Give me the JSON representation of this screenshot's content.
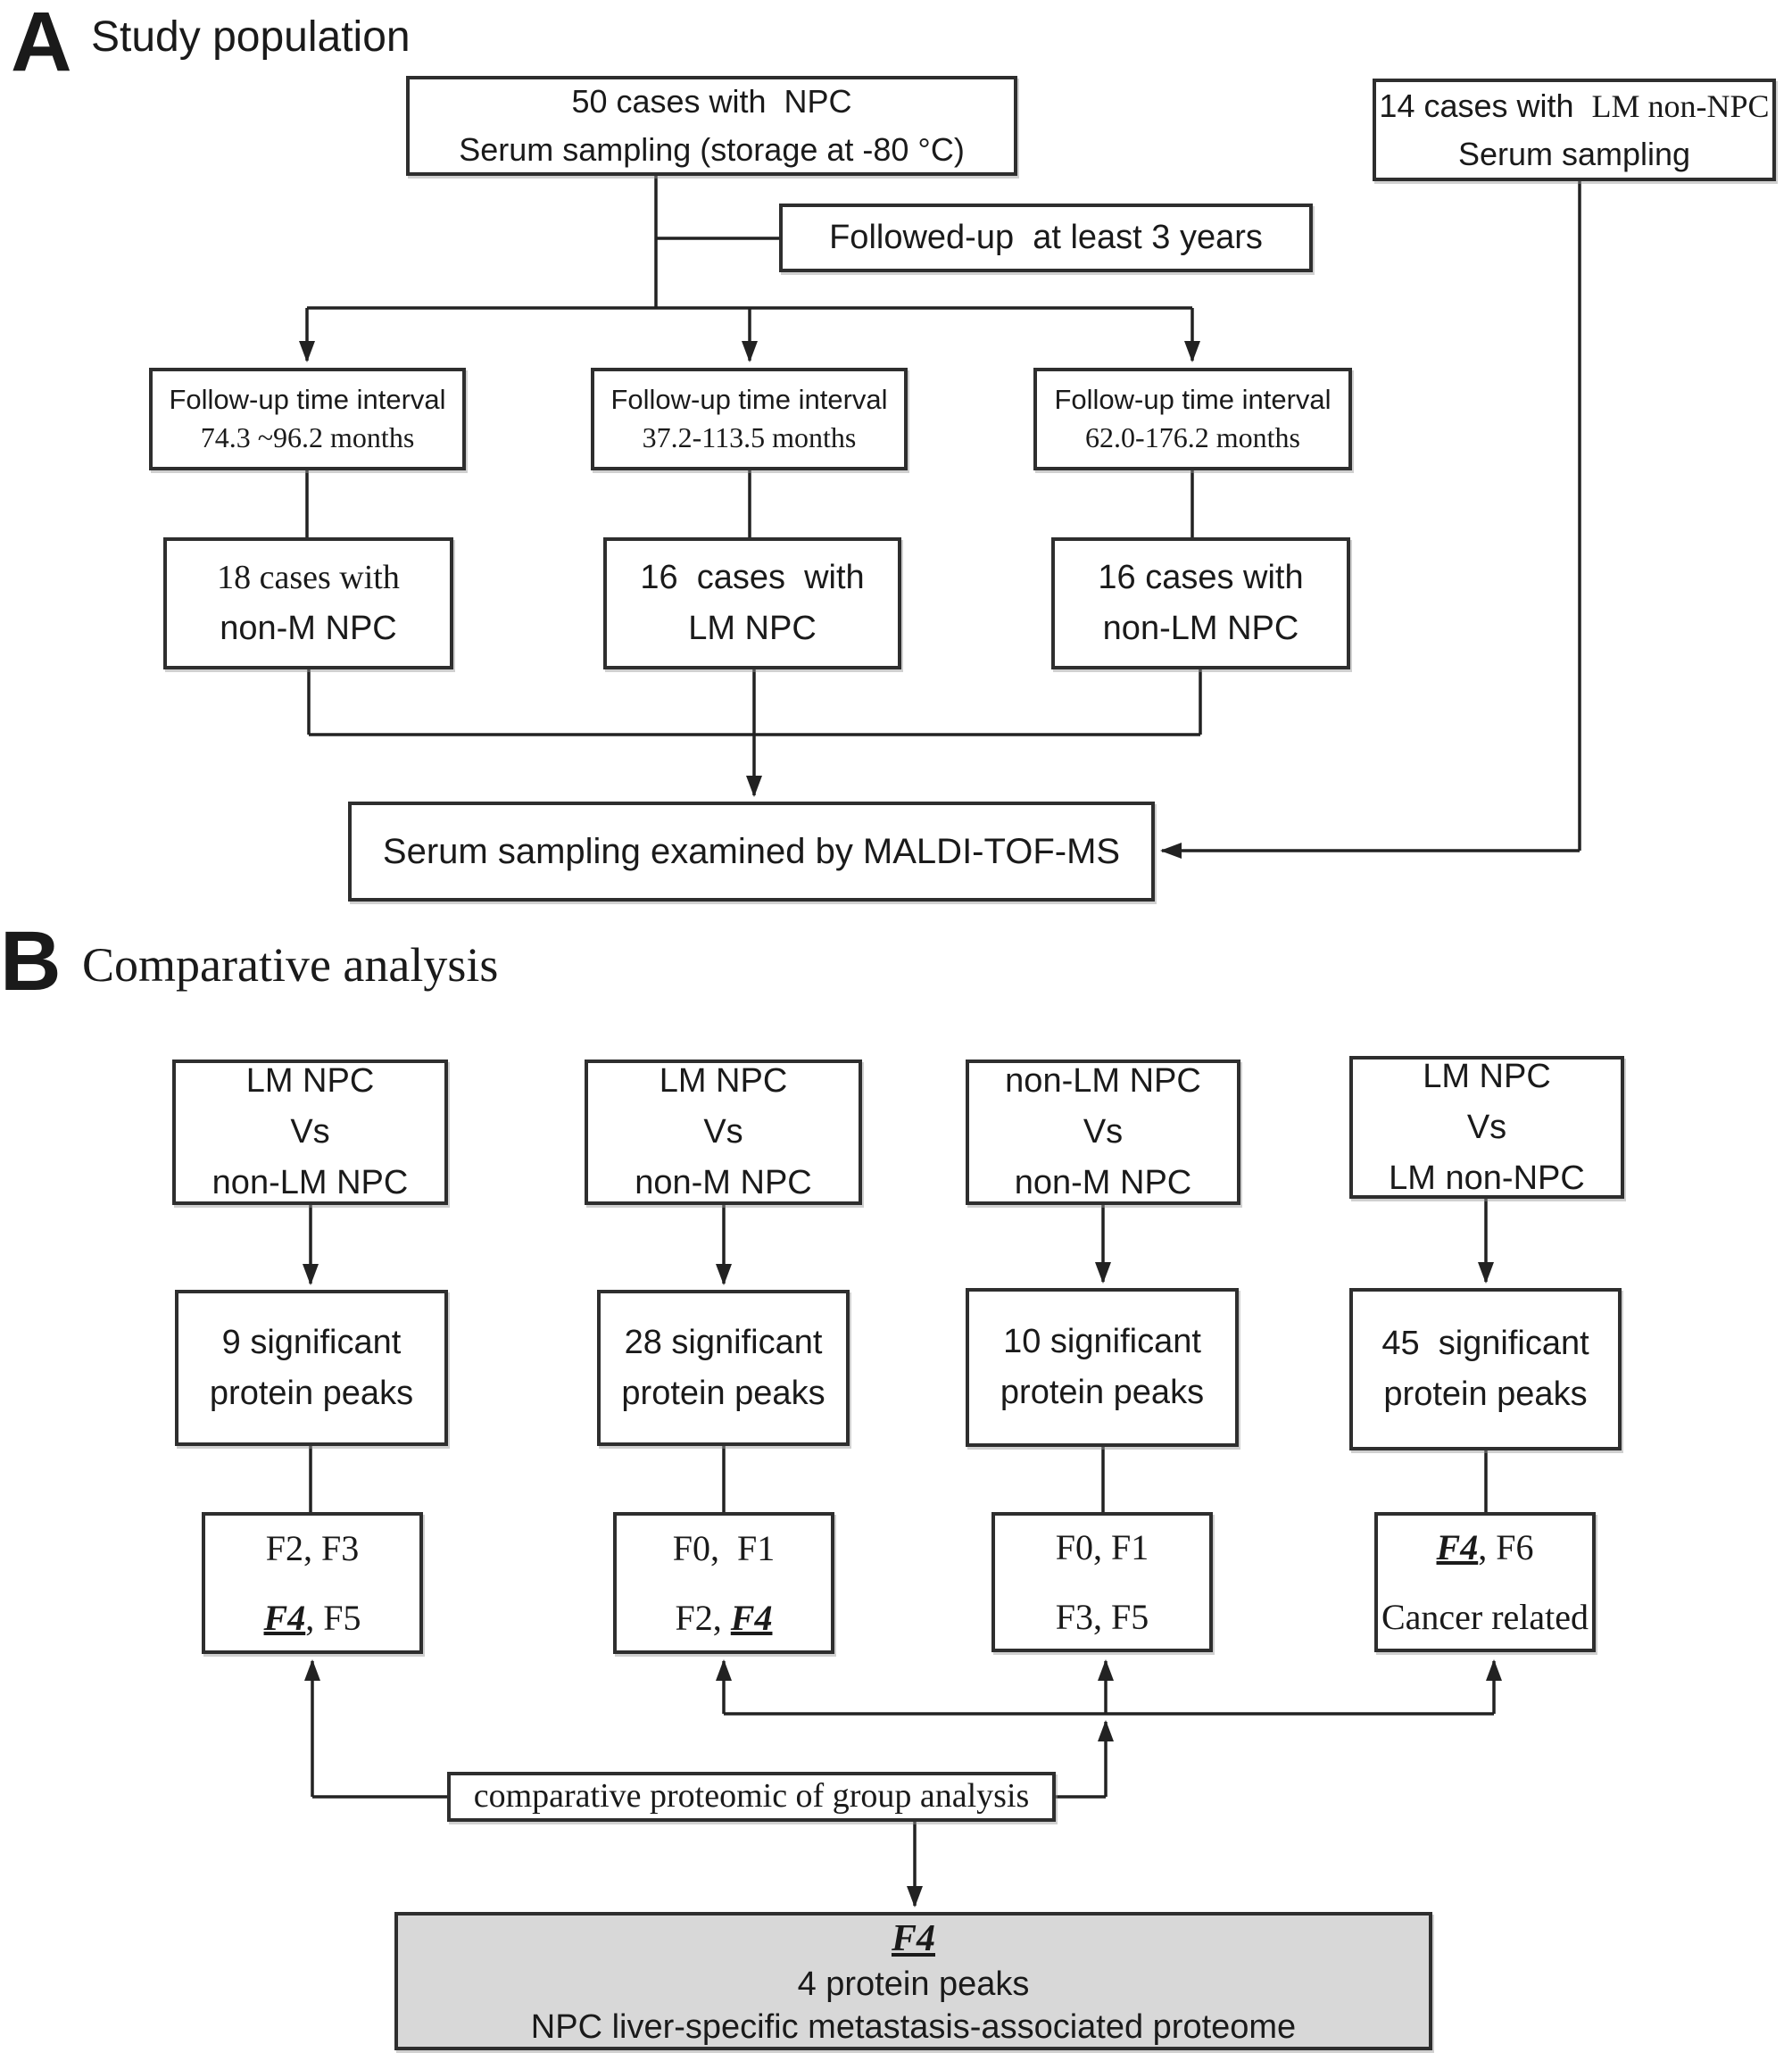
{
  "figure": {
    "type": "flowchart",
    "colors": {
      "background": "#ffffff",
      "box_border": "#2e2e2e",
      "connector_line": "#222222",
      "summary_box_fill": "#d8d8d8",
      "text": "#1a1a1a"
    }
  },
  "panel_a": {
    "label": "A",
    "title": "Study population",
    "box_npc_cases": {
      "line1": "50 cases with  NPC",
      "line2": "Serum sampling (storage at -80 °C)"
    },
    "box_lm_non_npc": {
      "line1_sans": "14 cases with  ",
      "line1_serif": "LM non-NPC",
      "line2": "Serum sampling"
    },
    "box_followup": {
      "text": "Followed-up  at least 3 years"
    },
    "interval_boxes": [
      {
        "line1": "Follow-up time interval",
        "line2": "74.3 ~96.2 months"
      },
      {
        "line1": "Follow-up time interval",
        "line2": "37.2-113.5 months"
      },
      {
        "line1": "Follow-up time interval",
        "line2": "62.0-176.2 months"
      }
    ],
    "case_boxes": [
      {
        "line1": "18 cases with",
        "line2": "non-M NPC"
      },
      {
        "line1": "16  cases  with",
        "line2": "LM NPC"
      },
      {
        "line1": "16 cases with",
        "line2": "non-LM NPC"
      }
    ],
    "box_maldi": {
      "text": "Serum sampling examined by MALDI-TOF-MS"
    }
  },
  "panel_b": {
    "label": "B",
    "title": "Comparative analysis",
    "comparison_boxes": [
      {
        "line1": "LM NPC",
        "line2": "Vs",
        "line3": "non-LM NPC"
      },
      {
        "line1": "LM NPC",
        "line2": "Vs",
        "line3": "non-M NPC"
      },
      {
        "line1": "non-LM NPC",
        "line2": "Vs",
        "line3": "non-M NPC"
      },
      {
        "line1": "LM NPC",
        "line2": "Vs",
        "line3": "LM non-NPC"
      }
    ],
    "peak_boxes": [
      {
        "line1": "9 significant",
        "line2": "protein peaks"
      },
      {
        "line1": "28 significant",
        "line2": "protein peaks"
      },
      {
        "line1": "10 significant",
        "line2": "protein peaks"
      },
      {
        "line1": "45  significant",
        "line2": "protein peaks"
      }
    ],
    "fraction_boxes": [
      {
        "line1": {
          "pre": "F2, F3",
          "em": "",
          "post": ""
        },
        "line2": {
          "pre": "",
          "em": "F4",
          "post": ", F5"
        }
      },
      {
        "line1": {
          "pre": "F0,  F1",
          "em": "",
          "post": ""
        },
        "line2": {
          "pre": "F2, ",
          "em": "F4",
          "post": ""
        }
      },
      {
        "line1": {
          "pre": "F0, F1",
          "em": "",
          "post": ""
        },
        "line2": {
          "pre": "F3, F5",
          "em": "",
          "post": ""
        }
      },
      {
        "line1": {
          "pre": "",
          "em": "F4",
          "post": ", F6"
        },
        "line2": {
          "pre": "Cancer related",
          "em": "",
          "post": ""
        }
      }
    ],
    "analysis_box": {
      "text": "comparative proteomic of group analysis"
    },
    "summary_box": {
      "line1_em": "F4",
      "line2": "4 protein peaks",
      "line3": "NPC liver-specific metastasis-associated proteome"
    }
  }
}
